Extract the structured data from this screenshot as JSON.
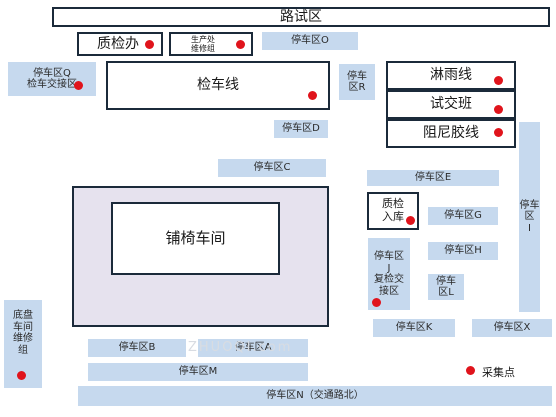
{
  "colors": {
    "parking_fill": "#c6d9ee",
    "workshop_fill": "#e6e2ee",
    "outline": "#1b2a3a",
    "collection_point": "#e0141c"
  },
  "road_test_area": "路试区",
  "quality_office": "质检办",
  "production_repair_group": "生产处\n维修组",
  "inspection_line": "检车线",
  "rain_line": "淋雨线",
  "trial_handover_team": "试交班",
  "damper_line": "阻尼胶线",
  "seat_workshop": "铺椅车间",
  "qc_warehouse_entry": "质检\n入库",
  "chassis_repair": "底盘\n车间\n维修\n组",
  "parking": {
    "O": "停车区O",
    "Q": "停车区Q\n检车交接区",
    "R": "停车\n区R",
    "D": "停车区D",
    "C": "停车区C",
    "E": "停车区E",
    "G": "停车区G",
    "H": "停车区H",
    "I": "停车\n区\nI",
    "J": "停车区\nJ\n复检交\n接区",
    "L": "停车\n区L",
    "K": "停车区K",
    "X": "停车区X",
    "B": "停车区B",
    "A": "停车区A",
    "M": "停车区M",
    "N": "停车区N（交通路北）"
  },
  "legend": {
    "label": "采集点"
  },
  "watermark": "ZHUOQI.com"
}
